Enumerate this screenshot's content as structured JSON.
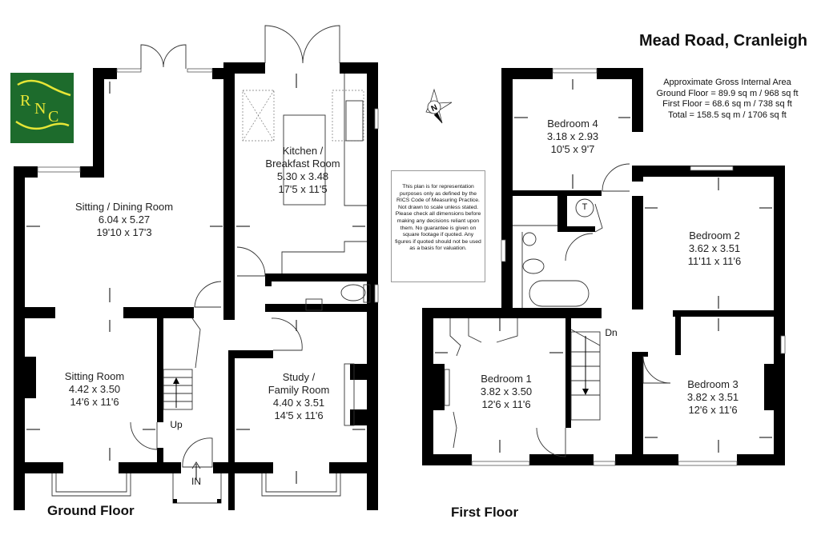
{
  "title": "Mead Road, Cranleigh",
  "gross_internal_area": {
    "heading": "Approximate Gross Internal Area",
    "ground_floor": "Ground Floor = 89.9 sq m / 968 sq ft",
    "first_floor": "First Floor = 68.6 sq m / 738 sq ft",
    "total": "Total = 158.5 sq m / 1706 sq ft"
  },
  "disclaimer": "This plan is for representation purposes only as defined by the RICS Code of Measuring Practice. Not drawn to scale unless stated. Please check all dimensions before making any decisions reliant upon them. No guarantee is given on square footage if quoted. Any figures if quoted should not be used as a basis for valuation.",
  "logo": {
    "letters": [
      "R",
      "N",
      "C"
    ],
    "bg_color": "#1d6b2c",
    "fg_color": "#e6e636"
  },
  "compass": {
    "label": "N",
    "icon": "north-compass-icon"
  },
  "ground_floor": {
    "label": "Ground Floor",
    "rooms": [
      {
        "name": "Sitting / Dining Room",
        "metric": "6.04 x 5.27",
        "imperial": "19'10 x 17'3"
      },
      {
        "name": "Kitchen / Breakfast Room",
        "name_line1": "Kitchen /",
        "name_line2": "Breakfast Room",
        "metric": "5.30 x 3.48",
        "imperial": "17'5 x 11'5"
      },
      {
        "name": "Sitting Room",
        "metric": "4.42 x 3.50",
        "imperial": "14'6 x 11'6"
      },
      {
        "name": "Study / Family Room",
        "name_line1": "Study /",
        "name_line2": "Family Room",
        "metric": "4.40 x 3.51",
        "imperial": "14'5 x 11'6"
      }
    ],
    "stairs_label": "Up",
    "entrance_label": "IN"
  },
  "first_floor": {
    "label": "First Floor",
    "rooms": [
      {
        "name": "Bedroom 4",
        "metric": "3.18 x 2.93",
        "imperial": "10'5 x 9'7"
      },
      {
        "name": "Bedroom 2",
        "metric": "3.62 x 3.51",
        "imperial": "11'11 x 11'6"
      },
      {
        "name": "Bedroom 1",
        "metric": "3.82 x 3.50",
        "imperial": "12'6 x 11'6"
      },
      {
        "name": "Bedroom 3",
        "metric": "3.82 x 3.51",
        "imperial": "12'6 x 11'6"
      }
    ],
    "stairs_label": "Dn",
    "cupboard_label": "T"
  }
}
